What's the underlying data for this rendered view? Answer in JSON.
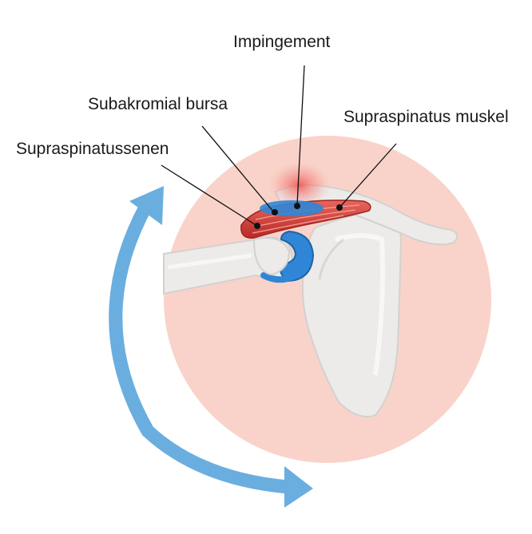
{
  "labels": {
    "impingement": "Impingement",
    "subacromial_bursa": "Subakromial bursa",
    "supraspinatus_muscle": "Supraspinatus muskel",
    "supraspinatus_tendon": "Supraspinatussenen"
  },
  "colors": {
    "background_circle": "#f9d3c9",
    "bone": "#ecebea",
    "bone_outline": "#d7d5d3",
    "muscle": "#d9433c",
    "bursa": "#2f86d6",
    "arrow": "#6aaee0",
    "inflammation": "#f0504a"
  }
}
